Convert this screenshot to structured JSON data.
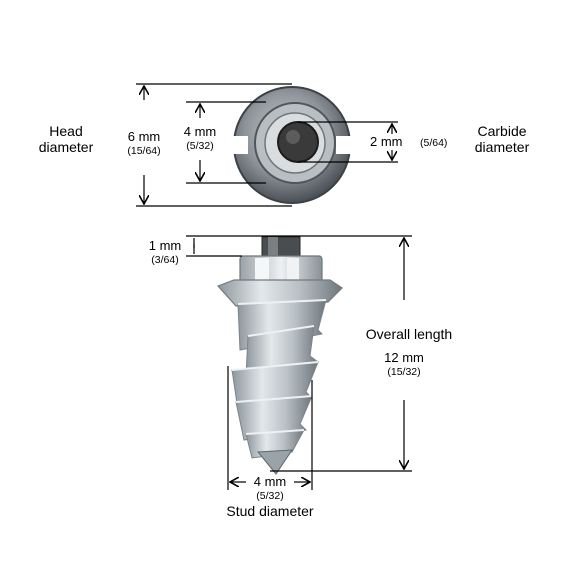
{
  "head_diameter": {
    "label_line1": "Head",
    "label_line2": "diameter",
    "metric": "6 mm",
    "imperial": "(15/64)"
  },
  "inner_diameter": {
    "metric": "4 mm",
    "imperial": "(5/32)"
  },
  "carbide_diameter": {
    "label_line1": "Carbide",
    "label_line2": "diameter",
    "metric": "2 mm",
    "imperial": "(5/64)"
  },
  "carbide_protrusion": {
    "metric": "1 mm",
    "imperial": "(3/64)"
  },
  "overall_length": {
    "label": "Overall length",
    "metric": "12 mm",
    "imperial": "(15/32)"
  },
  "stud_diameter": {
    "label": "Stud diameter",
    "metric": "4 mm",
    "imperial": "(5/32)"
  },
  "colors": {
    "dimension_line": "#000000",
    "metal_light": "#d6dce0",
    "metal_mid": "#a9b2b8",
    "metal_dark": "#5e666b",
    "carbide": "#3a3a3a"
  }
}
